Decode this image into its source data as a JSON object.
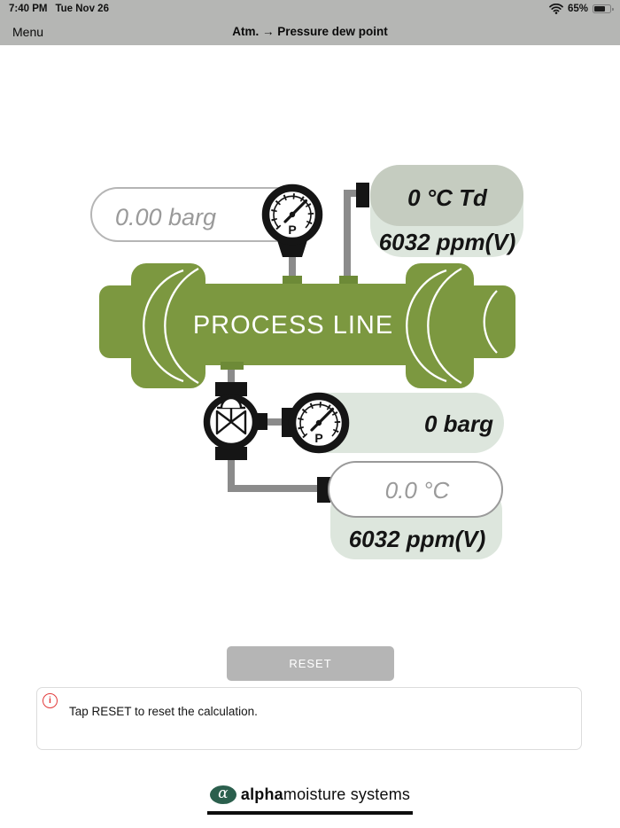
{
  "status_bar": {
    "time": "7:40 PM",
    "date": "Tue Nov 26",
    "battery_percent": "65%"
  },
  "nav": {
    "menu_label": "Menu",
    "title": "Atm. → Pressure dew point"
  },
  "diagram": {
    "process_line_label": "PROCESS LINE",
    "line_pressure_input": "0.00 barg",
    "top_gauge_label": "P",
    "bottom_gauge_label": "P",
    "atm_output": {
      "dew_point": "0 °C Td",
      "moisture": "6032 ppm(V)"
    },
    "pressure_output": "0 barg",
    "temperature_input": "0.0 °C",
    "pressure_moisture_output": "6032 ppm(V)",
    "colors": {
      "pipe_green": "#7c9840",
      "tab_green": "#6d8a37",
      "light_pill": "#dde6dd",
      "dark_pill": "#c5ccc0",
      "line_gray": "#8b8b8b",
      "chrome_gray": "#b5b6b4",
      "button_gray": "#b5b5b5",
      "alert_red": "#e23b3b",
      "logo_green": "#2b5f4d"
    }
  },
  "reset_button": {
    "label": "RESET"
  },
  "info_panel": {
    "message": "Tap RESET to reset the calculation."
  },
  "footer": {
    "alpha_symbol": "α",
    "brand_bold": "alpha",
    "brand_rest": "moisture systems"
  }
}
